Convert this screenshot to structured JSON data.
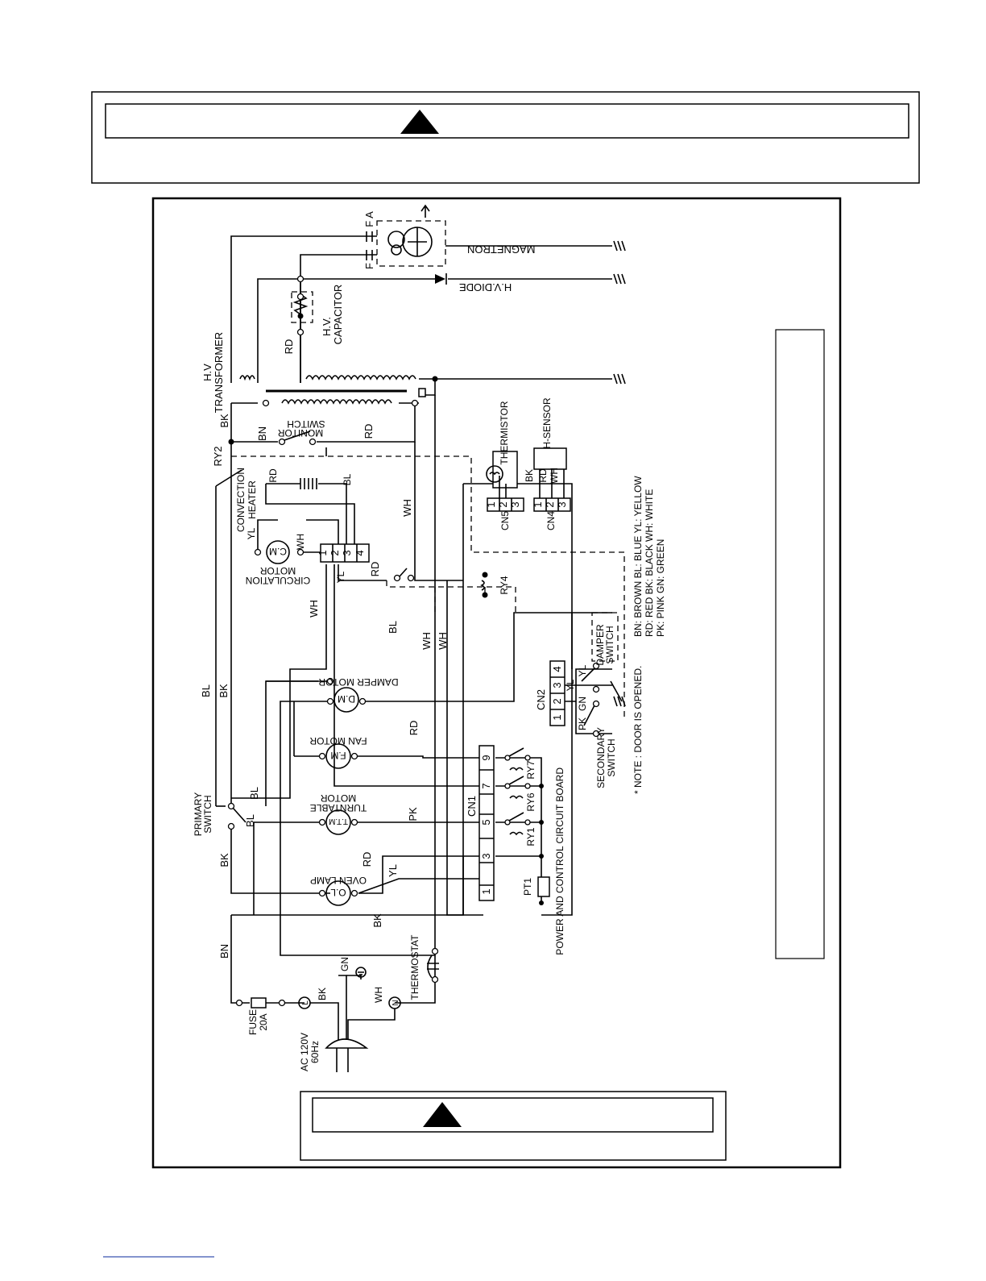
{
  "warning_top": {
    "icon": "warning-triangle-icon"
  },
  "warning_bottom": {
    "icon": "warning-triangle-icon"
  },
  "labels": {
    "magnetron": "MAGNETRON",
    "fa": "F A",
    "f": "F",
    "hv_diode": "H.V.DIODE",
    "hv_capacitor_1": "H.V.",
    "hv_capacitor_2": "CAPACITOR",
    "hv_transformer_1": "H.V",
    "hv_transformer_2": "TRANSFORMER",
    "monitor_switch_1": "MONITOR",
    "monitor_switch_2": "SWITCH",
    "ry2": "RY2",
    "convection_heater_1": "CONVECTION",
    "convection_heater_2": "HEATER",
    "circulation_motor_1": "CIRCULATION",
    "circulation_motor_2": "MOTOR",
    "circulation_motor_symbol": "C.M",
    "thermistor": "THERMISTOR",
    "h_sensor": "H-SENSOR",
    "cn5": "CN5",
    "cn4": "CN4",
    "ry4": "RY4",
    "damper_motor": "DAMPER MOTOR",
    "damper_motor_symbol": "D.M",
    "damper_switch_1": "DAMPER",
    "damper_switch_2": "SWITCH",
    "cn2": "CN2",
    "fan_motor": "FAN MOTOR",
    "fan_motor_symbol": "F.M",
    "turntable_motor_1": "TURNTABLE",
    "turntable_motor_2": "MOTOR",
    "turntable_motor_symbol": "T.T.M",
    "oven_lamp": "OVEN LAMP",
    "oven_lamp_symbol": "O.L",
    "primary_switch_1": "PRIMARY",
    "primary_switch_2": "SWITCH",
    "secondary_switch_1": "SECONDARY",
    "secondary_switch_2": "SWITCH",
    "cn1": "CN1",
    "ry7": "RY7",
    "ry6": "RY6",
    "ry1": "RY1",
    "pt1": "PT1",
    "board": "POWER AND CONTROL CIRCUIT BOARD",
    "thermostat": "THERMOSTAT",
    "fuse_1": "FUSE",
    "fuse_2": "20A",
    "ac_1": "AC 120V",
    "ac_2": "60Hz",
    "note": "* NOTE : DOOR IS OPENED.",
    "l": "L",
    "n": "N"
  },
  "wire_codes": {
    "bk": "BK",
    "bn": "BN",
    "rd": "RD",
    "wh": "WH",
    "bl": "BL",
    "yl": "YL",
    "pk": "PK",
    "gn": "GN"
  },
  "legend": [
    "BN: BROWN   BL: BLUE    YL: YELLOW",
    "RD: RED     BK: BLACK   WH: WHITE",
    "PK: PINK    GN: GREEN"
  ],
  "cn1_pins": [
    "1",
    "3",
    "5",
    "7",
    "9"
  ],
  "cn2_pins": [
    "1",
    "2",
    "3",
    "4"
  ],
  "cn4_pins": [
    "1",
    "2",
    "3"
  ],
  "cn5_pins": [
    "1",
    "2",
    "3"
  ],
  "cm_pins": [
    "1",
    "2",
    "3",
    "4"
  ]
}
